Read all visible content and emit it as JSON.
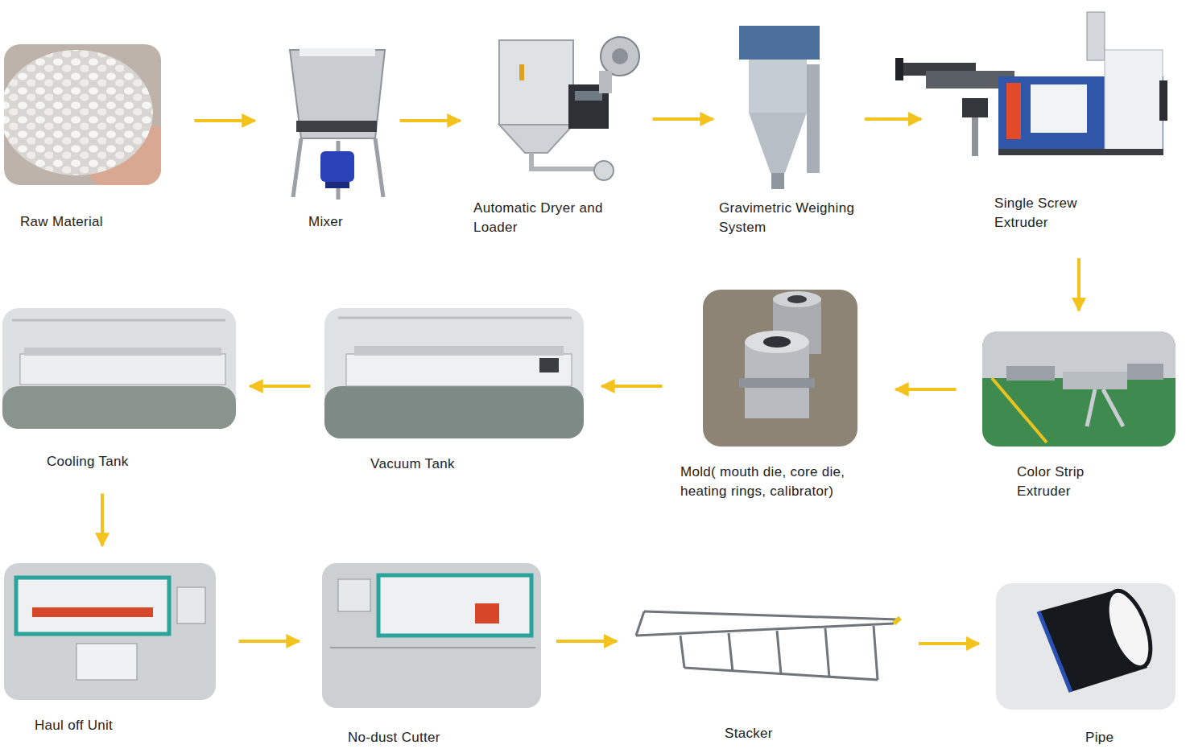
{
  "diagram": {
    "nodes": [
      {
        "text": [
          "Raw Material"
        ]
      },
      {
        "text": [
          "Mixer"
        ]
      },
      {
        "text": [
          "Automatic Dryer and Loader"
        ]
      },
      {
        "text": [
          "Gravimetric Weighing System"
        ]
      },
      {
        "text": [
          "Single Screw Extruder"
        ]
      },
      {
        "text": [
          "Color Strip Extruder"
        ]
      },
      {
        "text": [
          "Mold( mouth die, core die, heating rings, calibrator)"
        ]
      },
      {
        "text": [
          "Vacuum Tank"
        ]
      },
      {
        "text": [
          "Cooling Tank"
        ]
      },
      {
        "text": [
          "Haul off Unit"
        ]
      },
      {
        "text": [
          "No-dust Cutter"
        ]
      },
      {
        "text": [
          "Stacker"
        ]
      },
      {
        "text": [
          "Pipe"
        ]
      }
    ],
    "edges": [
      {
        "from": 0,
        "to": 1,
        "arrow": "to"
      },
      {
        "from": 1,
        "to": 2,
        "arrow": "to"
      },
      {
        "from": 2,
        "to": 3,
        "arrow": "to"
      },
      {
        "from": 3,
        "to": 4,
        "arrow": "to"
      },
      {
        "from": 4,
        "to": 5,
        "arrow": "to"
      },
      {
        "from": 5,
        "to": 6,
        "arrow": "to"
      },
      {
        "from": 6,
        "to": 7,
        "arrow": "to"
      },
      {
        "from": 7,
        "to": 8,
        "arrow": "to"
      },
      {
        "from": 8,
        "to": 9,
        "arrow": "to"
      },
      {
        "from": 9,
        "to": 10,
        "arrow": "to"
      },
      {
        "from": 10,
        "to": 11,
        "arrow": "to"
      },
      {
        "from": 11,
        "to": 12,
        "arrow": "to"
      }
    ]
  }
}
